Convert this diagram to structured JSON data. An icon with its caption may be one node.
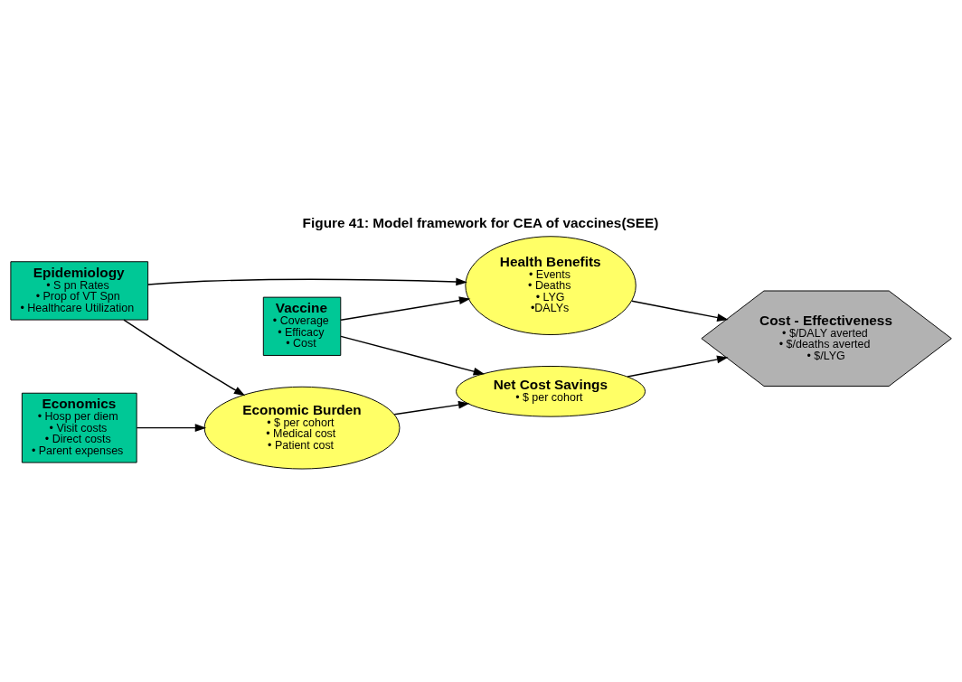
{
  "diagram": {
    "title": "Figure 41: Model framework for CEA of vaccines(SEE)",
    "nodes": [
      {
        "text": [
          "Epidemiology",
          "• S pn Rates",
          "• Prop of VT Spn",
          "• Healthcare Utilization"
        ]
      },
      {
        "text": [
          "Health Benefits",
          "• Events",
          "• Deaths",
          "• LYG",
          "•DALYs"
        ]
      },
      {
        "text": [
          "Vaccine",
          "• Coverage",
          "• Efficacy",
          "• Cost"
        ]
      },
      {
        "text": [
          "Economic Burden",
          "• $ per cohort",
          "• Medical cost",
          "• Patient cost"
        ]
      },
      {
        "text": [
          "Cost - Effectiveness",
          "• $/DALY averted",
          "• $/deaths averted",
          "• $/LYG"
        ]
      },
      {
        "text": [
          "Economics",
          "• Hosp per diem",
          "• Visit costs",
          "• Direct costs",
          "• Parent expenses"
        ]
      },
      {
        "text": [
          "Net Cost Savings",
          "• $ per cohort"
        ]
      }
    ],
    "edges": [
      {
        "from": 0,
        "to": 1,
        "arrow": "to"
      },
      {
        "from": 0,
        "to": 3,
        "arrow": "to"
      },
      {
        "from": 2,
        "to": 1,
        "arrow": "to"
      },
      {
        "from": 2,
        "to": 6,
        "arrow": "to"
      },
      {
        "from": 1,
        "to": 4,
        "arrow": "to"
      },
      {
        "from": 3,
        "to": 6,
        "arrow": "to"
      },
      {
        "from": 5,
        "to": 3,
        "arrow": "to"
      },
      {
        "from": 6,
        "to": 4,
        "arrow": "to"
      }
    ]
  }
}
